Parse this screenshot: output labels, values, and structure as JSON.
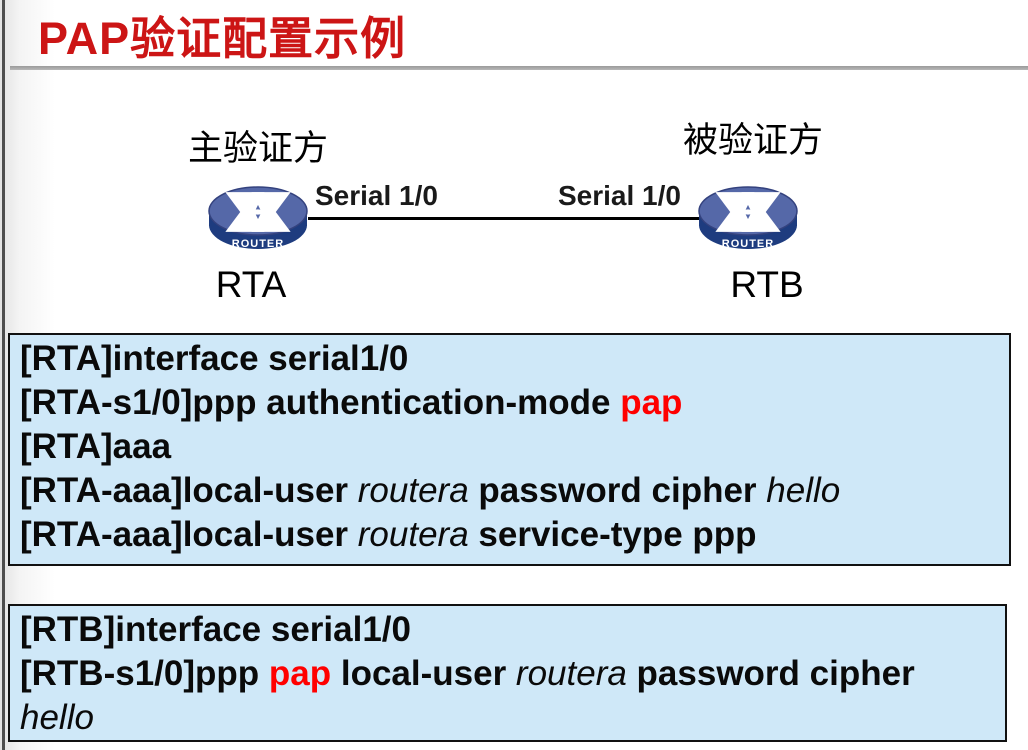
{
  "slide": {
    "title": "PAP验证配置示例",
    "colors": {
      "title_red": "#cc1515",
      "highlight_red": "#ff0000",
      "box_bg": "#cfe8f8",
      "box_border": "#111111",
      "router_top": "#5568a8",
      "router_side": "#1e3c7f"
    }
  },
  "diagram": {
    "left_role_label": "主验证方",
    "right_role_label": "被验证方",
    "left_interface_label": "Serial 1/0",
    "right_interface_label": "Serial 1/0",
    "left_router_name": "RTA",
    "right_router_name": "RTB",
    "router_icon_label": "ROUTER"
  },
  "config_boxes": [
    {
      "router": "RTA",
      "lines": [
        [
          {
            "text": "[RTA]interface serial1/0",
            "style": "cmd"
          }
        ],
        [
          {
            "text": "[RTA-s1/0]ppp authentication-mode ",
            "style": "cmd"
          },
          {
            "text": "pap",
            "style": "hl"
          }
        ],
        [
          {
            "text": "[RTA]aaa",
            "style": "cmd"
          }
        ],
        [
          {
            "text": "[RTA-aaa]local-user ",
            "style": "cmd"
          },
          {
            "text": "routera",
            "style": "arg"
          },
          {
            "text": " password cipher ",
            "style": "cmd"
          },
          {
            "text": "hello",
            "style": "arg"
          }
        ],
        [
          {
            "text": "[RTA-aaa]local-user ",
            "style": "cmd"
          },
          {
            "text": "routera",
            "style": "arg"
          },
          {
            "text": " service-type ppp",
            "style": "cmd"
          }
        ]
      ]
    },
    {
      "router": "RTB",
      "lines": [
        [
          {
            "text": "[RTB]interface serial1/0",
            "style": "cmd"
          }
        ],
        [
          {
            "text": "[RTB-s1/0]ppp ",
            "style": "cmd"
          },
          {
            "text": "pap",
            "style": "hl"
          },
          {
            "text": " local-user ",
            "style": "cmd"
          },
          {
            "text": "routera",
            "style": "arg"
          },
          {
            "text": " password cipher",
            "style": "cmd"
          }
        ],
        [
          {
            "text": "hello",
            "style": "arg"
          }
        ]
      ]
    }
  ]
}
